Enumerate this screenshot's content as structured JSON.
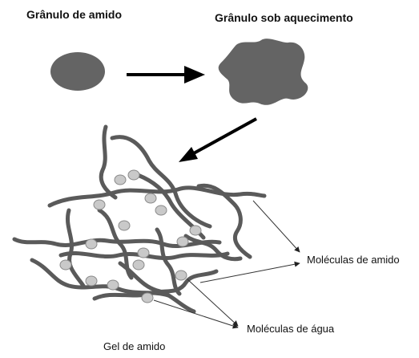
{
  "labels": {
    "granule": "Grânulo de amido",
    "heated_granule": "Grânulo sob aquecimento",
    "starch_molecules": "Moléculas de amido",
    "water_molecules": "Moléculas de água",
    "gel": "Gel de amido"
  },
  "colors": {
    "strand": "#5a5a5a",
    "granule": "#646464",
    "water_fill": "#c9c9c9",
    "water_stroke": "#8a8a8a",
    "arrow": "#000000",
    "pointer_line": "#333333",
    "text": "#111111"
  }
}
